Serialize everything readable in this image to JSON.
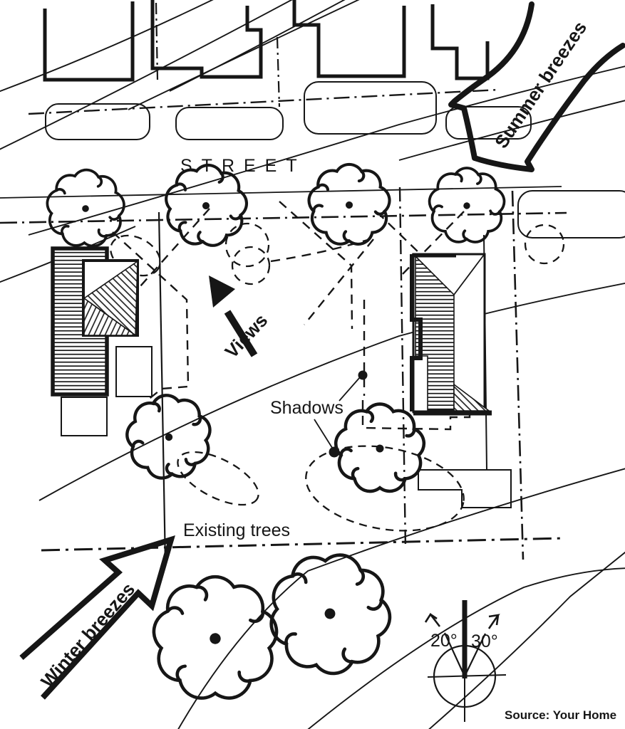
{
  "colors": {
    "ink": "#161616",
    "background": "#ffffff"
  },
  "labels": {
    "street": "STREET",
    "views": "Views",
    "shadows": "Shadows",
    "existing_trees": "Existing trees",
    "winter_breezes": "Winter breezes",
    "summer_breezes": "Summer breezes",
    "angle_left": "20°",
    "angle_right": "30°",
    "source": "Source: Your Home"
  }
}
